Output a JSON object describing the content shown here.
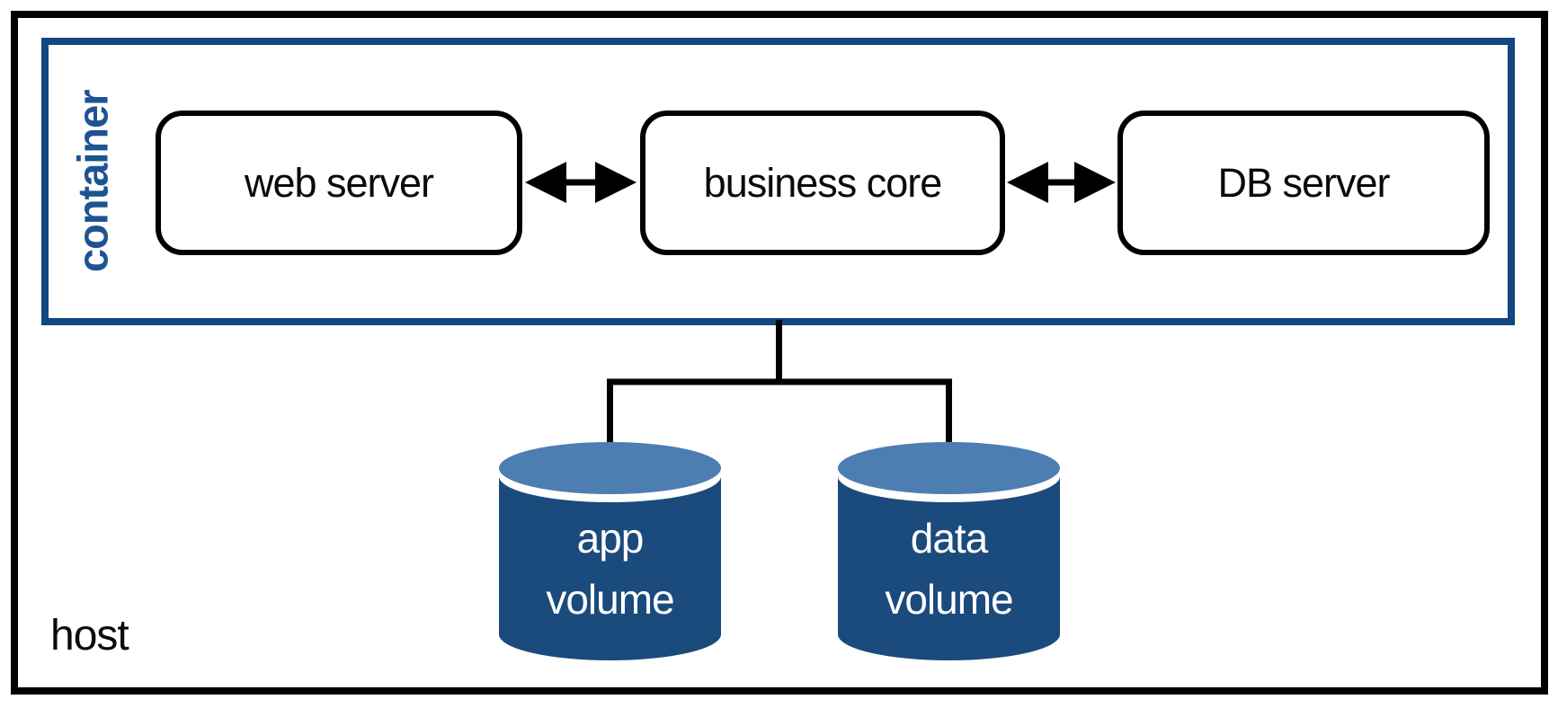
{
  "diagram": {
    "host_label": "host",
    "container_label": "container",
    "nodes": [
      {
        "id": "web-server",
        "label": "web server"
      },
      {
        "id": "business-core",
        "label": "business core"
      },
      {
        "id": "db-server",
        "label": "DB server"
      }
    ],
    "volumes": [
      {
        "id": "app-volume",
        "line1": "app",
        "line2": "volume"
      },
      {
        "id": "data-volume",
        "line1": "data",
        "line2": "volume"
      }
    ],
    "connections": [
      {
        "from": "web server",
        "to": "business core",
        "type": "bidirectional-arrow"
      },
      {
        "from": "business core",
        "to": "DB server",
        "type": "bidirectional-arrow"
      },
      {
        "from": "container",
        "to": "app volume, data volume",
        "type": "branch-line"
      }
    ],
    "colors": {
      "host_border": "#000000",
      "container_border": "#12477f",
      "container_label_blue": "#1c5392",
      "cylinder_body_blue": "#1b4a7c",
      "cylinder_top_blue": "#4d7eb2",
      "line_black": "#000000",
      "text_white": "#ffffff"
    }
  }
}
